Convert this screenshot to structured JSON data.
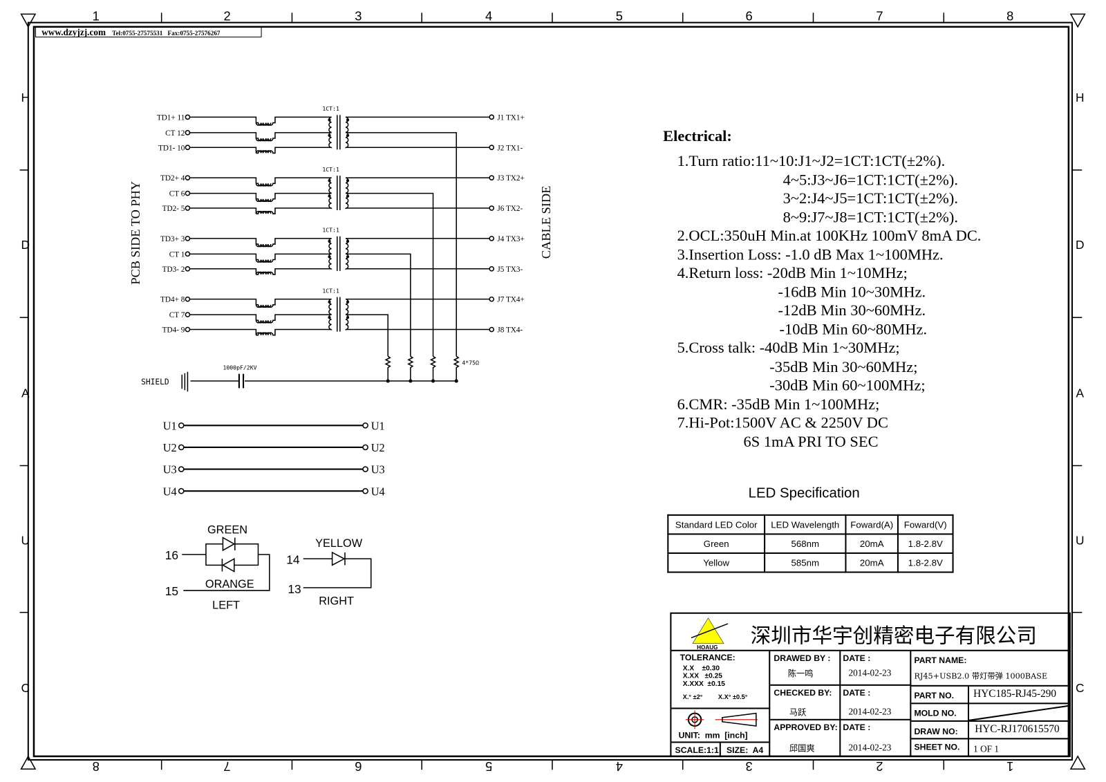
{
  "header": {
    "website": "www.dzyjzj.com",
    "tel": "Tel:0755-27575531",
    "fax": "Fax:0755-27576267"
  },
  "frame": {
    "top_numbers": [
      "1",
      "2",
      "3",
      "4",
      "5",
      "6",
      "7",
      "8"
    ],
    "bottom_numbers": [
      "8",
      "7",
      "6",
      "5",
      "4",
      "3",
      "2",
      "1"
    ],
    "side_letters": [
      "H",
      "D",
      "A",
      "U",
      "C"
    ]
  },
  "schematic": {
    "left_title": "PCB SIDE TO PHY",
    "right_title": "CABLE SIDE",
    "ratio_label": "1CT:1",
    "channels": [
      {
        "pins": [
          "TD1+ 11",
          "CT  12",
          "TD1- 10"
        ],
        "outputs": [
          "J1  TX1+",
          "J2  TX1-"
        ]
      },
      {
        "pins": [
          "TD2+ 4",
          "CT  6",
          "TD2- 5"
        ],
        "outputs": [
          "J3  TX2+",
          "J6  TX2-"
        ]
      },
      {
        "pins": [
          "TD3+ 3",
          "CT  1",
          "TD3- 2"
        ],
        "outputs": [
          "J4  TX3+",
          "J5  TX3-"
        ]
      },
      {
        "pins": [
          "TD4+ 8",
          "CT  7",
          "TD4- 9"
        ],
        "outputs": [
          "J7  TX4+",
          "J8  TX4-"
        ]
      }
    ],
    "shield_label": "SHIELD",
    "capacitor_label": "1000pF/2KV",
    "resistor_label": "4*75Ω",
    "usb_lines": [
      [
        "U1",
        "U1"
      ],
      [
        "U2",
        "U2"
      ],
      [
        "U3",
        "U3"
      ],
      [
        "U4",
        "U4"
      ]
    ],
    "led_left": {
      "top": "GREEN",
      "bottom": "ORANGE",
      "pin_a": "16",
      "pin_b": "15",
      "name": "LEFT"
    },
    "led_right": {
      "top": "YELLOW",
      "pin_a": "14",
      "pin_b": "13",
      "name": "RIGHT"
    }
  },
  "electrical": {
    "title": "Electrical:",
    "lines": [
      "1.Turn ratio:11~10:J1~J2=1CT:1CT(±2%).",
      "4~5:J3~J6=1CT:1CT(±2%).",
      "3~2:J4~J5=1CT:1CT(±2%).",
      "8~9:J7~J8=1CT:1CT(±2%).",
      "2.OCL:350uH Min.at 100KHz 100mV 8mA DC.",
      "3.Insertion Loss: -1.0 dB Max 1~100MHz.",
      "4.Return loss: -20dB Min 1~10MHz;",
      "-16dB Min 10~30MHz.",
      "-12dB Min 30~60MHz.",
      "-10dB Min 60~80MHz.",
      "5.Cross talk: -40dB Min 1~30MHz;",
      "-35dB Min 30~60MHz;",
      "-30dB Min 60~100MHz;",
      "6.CMR: -35dB Min 1~100MHz;",
      "7.Hi-Pot:1500V AC & 2250V DC",
      "6S 1mA PRI TO SEC"
    ]
  },
  "led_spec": {
    "title": "LED Specification",
    "headers": [
      "Standard LED Color",
      "LED Wavelength",
      "Foward(A)",
      "Foward(V)"
    ],
    "rows": [
      [
        "Green",
        "568nm",
        "20mA",
        "1.8-2.8V"
      ],
      [
        "Yellow",
        "585nm",
        "20mA",
        "1.8-2.8V"
      ]
    ]
  },
  "title_block": {
    "logo_text": "HOAUG",
    "company": "深圳市华宇创精密电子有限公司",
    "tolerance_label": "TOLERANCE:",
    "tolerances": [
      "X.X    ±0.30",
      "X.XX   ±0.25",
      "X.XXX  ±0.15"
    ],
    "angle_tol": [
      "X.° ±2°",
      "X.X° ±0.5°"
    ],
    "unit": "UNIT:  mm  [inch]",
    "scale": "SCALE:1:1",
    "size": "SIZE:  A4",
    "drawed_by_label": "DRAWED BY :",
    "drawed_by": "陈一鸣",
    "checked_by_label": "CHECKED BY:",
    "checked_by": "马跃",
    "approved_by_label": "APPROVED BY:",
    "approved_by": "邱国爽",
    "date_label": "DATE :",
    "dates": [
      "2014-02-23",
      "2014-02-23",
      "2014-02-23"
    ],
    "part_name_label": "PART NAME:",
    "part_name": "RJ45+USB2.0 带灯带弹 1000BASE",
    "part_no_label": "PART NO.",
    "part_no": "HYC185-RJ45-290",
    "mold_no_label": "MOLD NO.",
    "draw_no_label": "DRAW NO:",
    "draw_no": "HYC-RJ170615570",
    "sheet_no_label": "SHEET NO.",
    "sheet_no": "1 OF 1"
  },
  "colors": {
    "line": "#000000",
    "logo": "#ffff00",
    "target": "#cc0000"
  }
}
